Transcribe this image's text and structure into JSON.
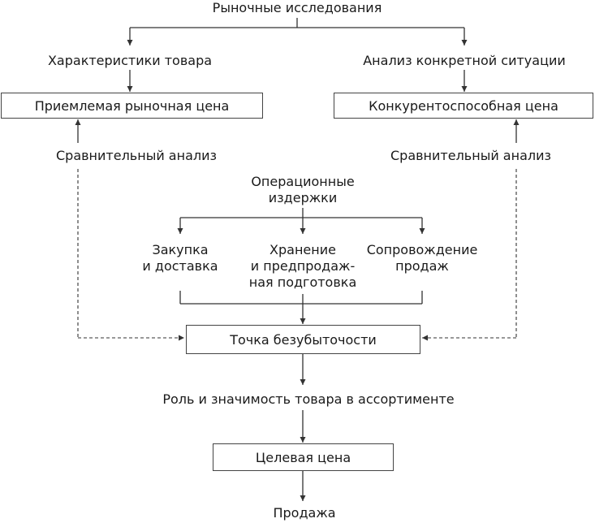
{
  "nodes": {
    "market_research": "Рыночные исследования",
    "product_characteristics": "Характеристики товара",
    "situation_analysis": "Анализ конкретной ситуации",
    "acceptable_price": "Приемлемая рыночная цена",
    "competitive_price": "Конкурентоспособная цена",
    "comparative_left": "Сравнительный анализ",
    "comparative_right": "Сравнительный анализ",
    "operating_costs": "Операционные\nиздержки",
    "purchase": "Закупка\nи доставка",
    "storage": "Хранение\nи предпродаж-\nная подготовка",
    "support": "Сопровождение\nпродаж",
    "breakeven": "Точка безубыточости",
    "role": "Роль и значимость товара в ассортименте",
    "target_price": "Целевая цена",
    "sales": "Продажа"
  },
  "colors": {
    "line": "#333333",
    "box_border": "#444444",
    "text": "#1a1a1a"
  }
}
